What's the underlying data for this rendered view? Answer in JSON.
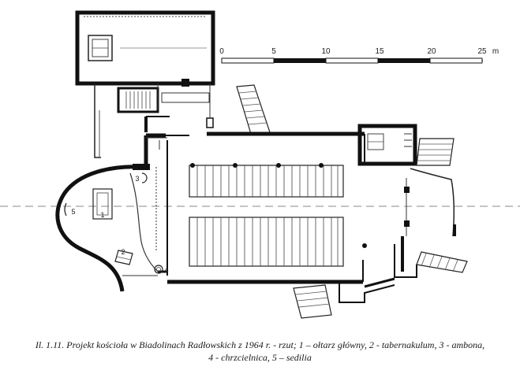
{
  "plan": {
    "scale": {
      "labels": [
        "0",
        "5",
        "10",
        "15",
        "20",
        "25"
      ],
      "unit": "m"
    },
    "numbers": {
      "altar": "1",
      "tabernacle": "2",
      "ambo": "3",
      "font": "4",
      "sedilia": "5"
    }
  },
  "caption": {
    "line1": "Il. 1.11. Projekt kościoła w Biadolinach Radłowskich z 1964 r. - rzut; 1 – ołtarz główny, 2 - tabernakulum, 3 - ambona,",
    "line2": "4 - chrzcielnica, 5 – sedilia"
  }
}
